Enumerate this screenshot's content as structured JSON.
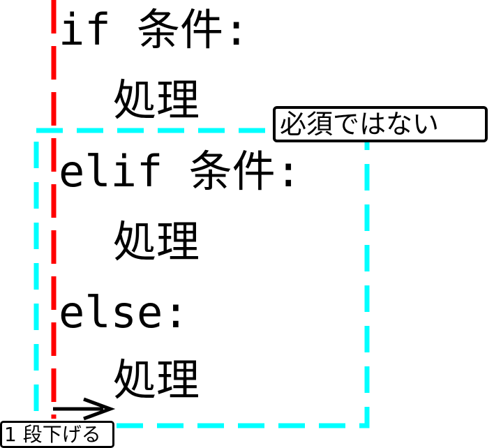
{
  "code_lines": [
    "if 条件:",
    "処理",
    "elif 条件:",
    "処理",
    "else:",
    "処理"
  ],
  "labels": {
    "optional": "必須ではない",
    "indent": "1 段下げる"
  },
  "colors": {
    "indent_guide": "#ff0000",
    "optional_region": "#00ffff",
    "text": "#000000",
    "arrow": "#000000",
    "background": "#ffffff"
  }
}
